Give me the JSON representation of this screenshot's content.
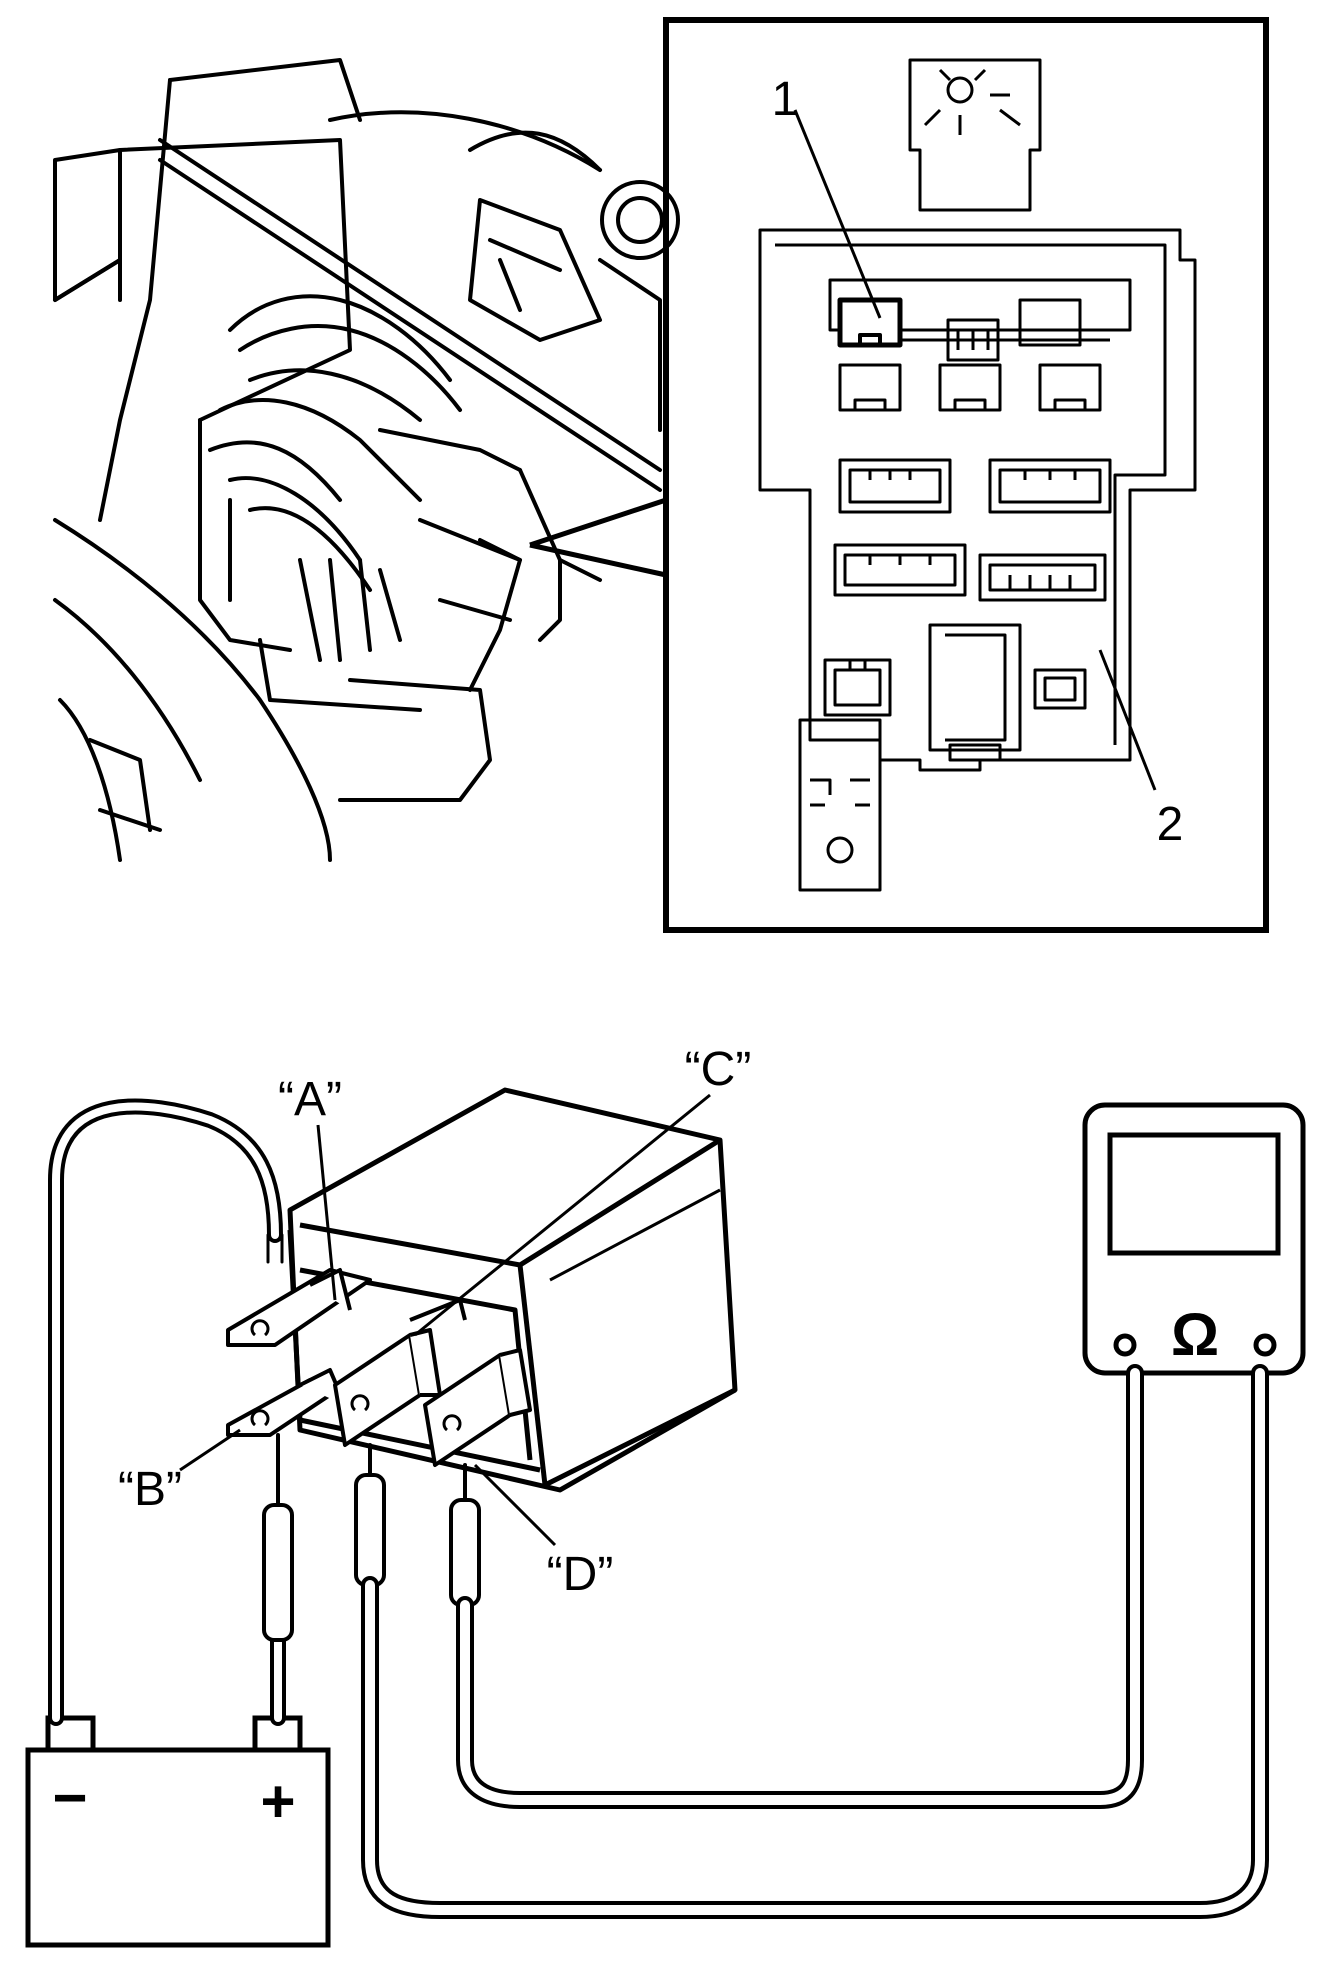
{
  "top_view": {
    "callouts": {
      "relay": "1",
      "junction_block": "2"
    }
  },
  "test_setup": {
    "terminals": {
      "a": "“A”",
      "b": "“B”",
      "c": "“C”",
      "d": "“D”"
    },
    "battery": {
      "negative": "−",
      "positive": "+"
    },
    "ohmmeter": {
      "symbol": "Ω"
    }
  }
}
